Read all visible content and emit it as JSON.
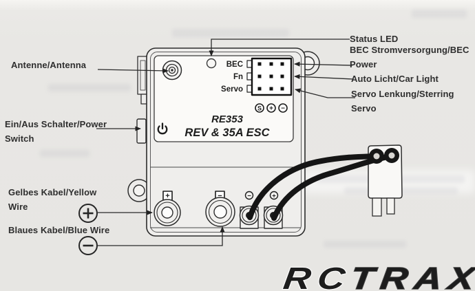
{
  "device": {
    "model": "RE353",
    "subtitle": "REV & 35A ESC",
    "pin_labels": [
      "BEC",
      "Fn",
      "Servo"
    ],
    "port_marks": [
      "S",
      "+",
      "−"
    ],
    "motor_terminal_marks": [
      "+",
      "−"
    ],
    "battery_terminal_marks": [
      "−",
      "+"
    ]
  },
  "callouts": {
    "antenna": "Antenne/Antenna",
    "power_switch": "Ein/Aus Schalter/Power Switch",
    "yellow_wire": "Gelbes Kabel/Yellow Wire",
    "blue_wire": "Blaues Kabel/Blue Wire",
    "status_led": "Status LED",
    "bec_power": "BEC Stromversorgung/BEC Power",
    "car_light": "Auto Licht/Car Light",
    "steering_servo": "Servo Lenkung/Sterring Servo"
  },
  "icons": {
    "power_switch": "power-icon",
    "yellow_wire": "plus-circle-icon",
    "blue_wire": "minus-circle-icon",
    "status_led": "led-circle",
    "antenna": "antenna-jack"
  },
  "watermark": {
    "rc": "RC",
    "trax": "TRAX",
    "rc_color": "#c02020",
    "trax_color": "#9b9b9b"
  },
  "colors": {
    "background": "#e8e7e4",
    "ink": "#2c2c2c",
    "wire": "#151515",
    "panel": "#fbfaf8",
    "case": "#efeeec"
  }
}
